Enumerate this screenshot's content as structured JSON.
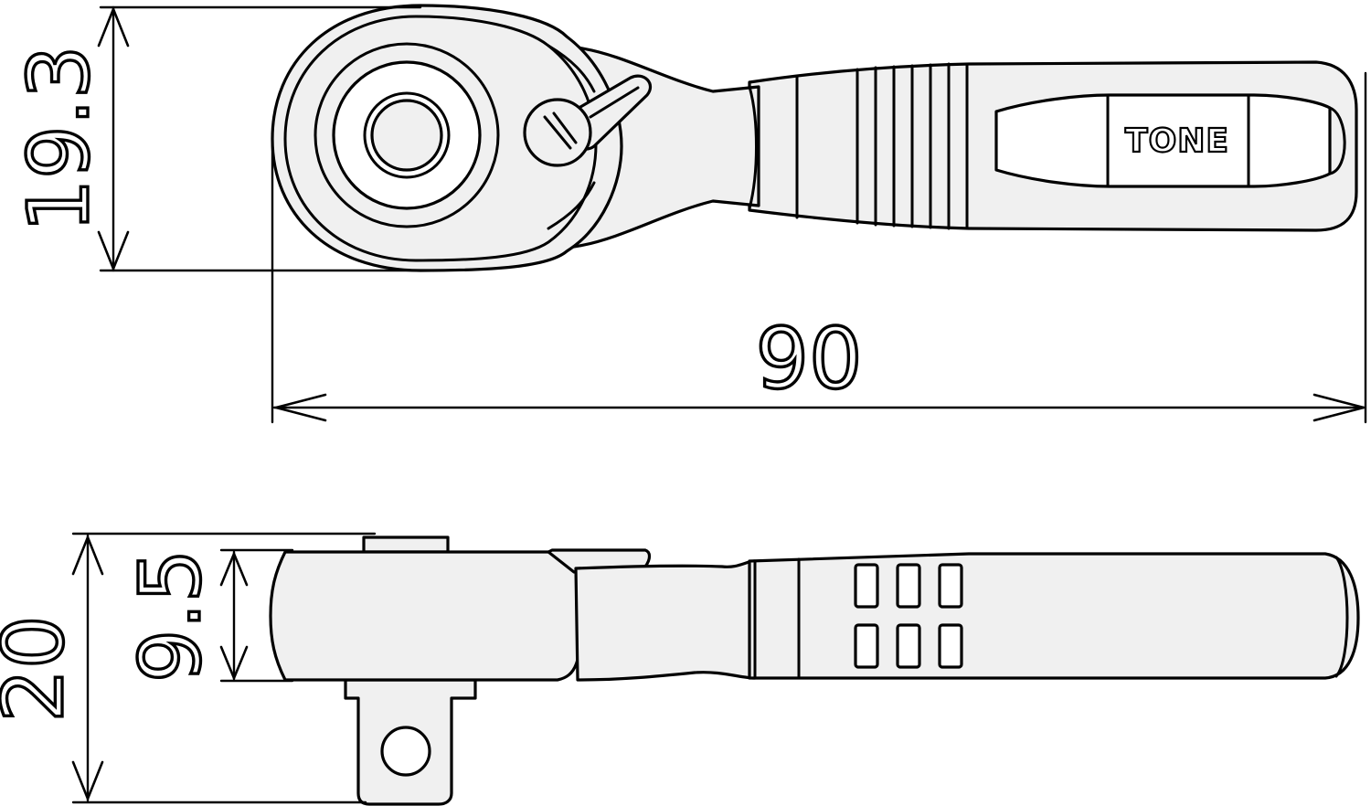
{
  "drawing": {
    "brand_label": "TONE",
    "dimensions": {
      "head_width": "19.3",
      "overall_length": "90",
      "overall_height": "20",
      "head_thickness": "9.5"
    }
  }
}
